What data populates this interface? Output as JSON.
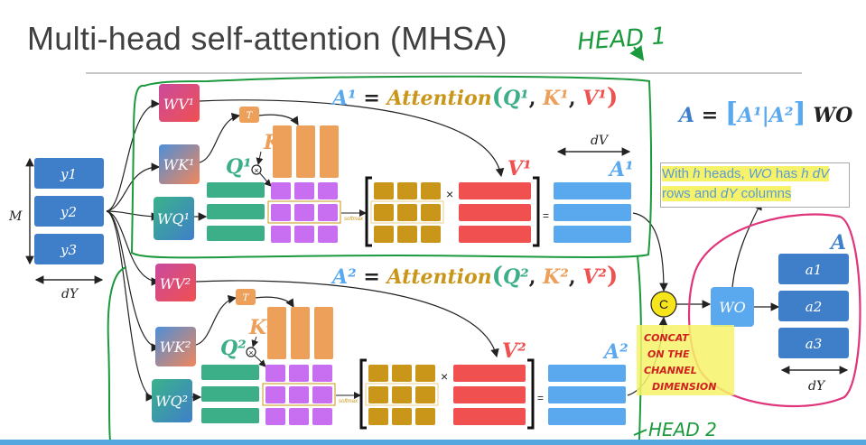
{
  "title": "Multi-head self-attention (MHSA)",
  "colors": {
    "blue": "#3f7fc9",
    "light_blue": "#5aa9ee",
    "green": "#3cae88",
    "purple": "#c86ef0",
    "orange": "#eca05a",
    "gold": "#c9961a",
    "red": "#f05050",
    "pen_green": "#1a9a3c",
    "pen_pink": "#e0357a",
    "pen_red": "#d0201e",
    "highlight": "#f6f36a"
  },
  "input": {
    "rows": [
      "y1",
      "y2",
      "y3"
    ],
    "row_label": "M",
    "col_label": "dY"
  },
  "head1": {
    "equation_lhs": "A¹",
    "equation_eq": " = ",
    "equation_fn": "Attention",
    "equation_args": [
      "Q¹",
      "K¹",
      "V¹"
    ],
    "wv": "WV¹",
    "wk": "WK¹",
    "wq": "WQ¹",
    "q": "Q¹",
    "k": "K¹",
    "v": "V¹",
    "a": "A¹",
    "transpose": "T",
    "softmax": "softmax",
    "times": "×",
    "equals": "=",
    "dv": "dV"
  },
  "head2": {
    "equation_lhs": "A²",
    "equation_eq": " = ",
    "equation_fn": "Attention",
    "equation_args": [
      "Q²",
      "K²",
      "V²"
    ],
    "wv": "WV²",
    "wk": "WK²",
    "wq": "WQ²",
    "q": "Q²",
    "k": "K²",
    "v": "V²",
    "a": "A²",
    "transpose": "T",
    "softmax": "softmax",
    "times": "×",
    "equals": "="
  },
  "formula": {
    "lhs": "A",
    "eq": " = ",
    "bracket_open": "[",
    "a1": "A¹",
    "bar": "|",
    "a2": "A²",
    "bracket_close": "]",
    "wo": "WO"
  },
  "note": {
    "part1": "With ",
    "h1": "h",
    "part2": " heads, ",
    "wo": "WO",
    "part3": " has ",
    "h2": "h",
    "dv": "dV",
    "part4": " rows and ",
    "dy": "dY",
    "part5": " columns"
  },
  "concat_symbol": "C",
  "wo_block": "WO",
  "output": {
    "label": "A",
    "rows": [
      "a1",
      "a2",
      "a3"
    ],
    "col_label": "dY"
  },
  "annotations": {
    "head1": "HEAD 1",
    "head2": "HEAD 2",
    "concat_note": [
      "CONCAT",
      "ON THE",
      "CHANNEL",
      "DIMENSION"
    ]
  }
}
